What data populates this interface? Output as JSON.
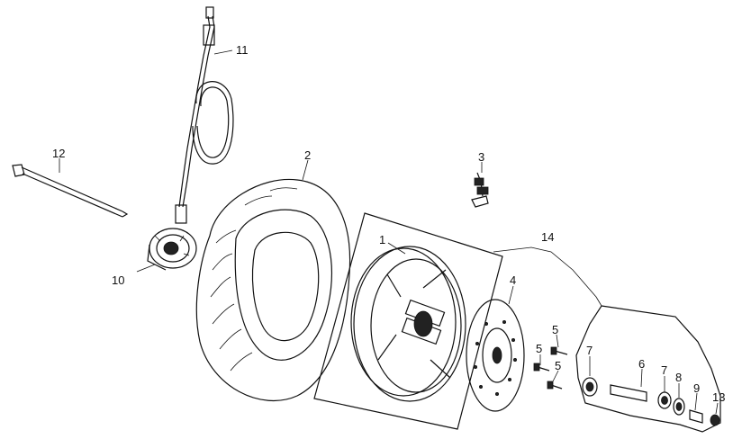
{
  "diagram": {
    "parts": [
      {
        "key": "p1",
        "label": "1",
        "name": "wheel-rim"
      },
      {
        "key": "p2",
        "label": "2",
        "name": "tire"
      },
      {
        "key": "p3",
        "label": "3",
        "name": "valve"
      },
      {
        "key": "p4",
        "label": "4",
        "name": "brake-disc"
      },
      {
        "key": "p5a",
        "label": "5",
        "name": "bolt"
      },
      {
        "key": "p5b",
        "label": "5",
        "name": "bolt"
      },
      {
        "key": "p5c",
        "label": "5",
        "name": "bolt"
      },
      {
        "key": "p6",
        "label": "6",
        "name": "spacer-collar"
      },
      {
        "key": "p7a",
        "label": "7",
        "name": "bearing"
      },
      {
        "key": "p7b",
        "label": "7",
        "name": "bearing"
      },
      {
        "key": "p8",
        "label": "8",
        "name": "oil-seal"
      },
      {
        "key": "p9",
        "label": "9",
        "name": "collar"
      },
      {
        "key": "p10",
        "label": "10",
        "name": "speedometer-gear"
      },
      {
        "key": "p11",
        "label": "11",
        "name": "speedometer-cable"
      },
      {
        "key": "p12",
        "label": "12",
        "name": "axle"
      },
      {
        "key": "p13",
        "label": "13",
        "name": "nut"
      },
      {
        "key": "p14",
        "label": "14",
        "name": "bearing-group"
      }
    ]
  }
}
